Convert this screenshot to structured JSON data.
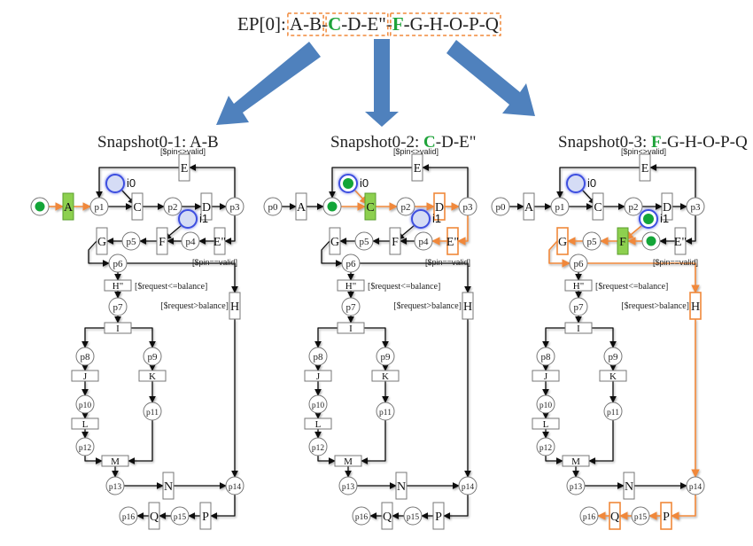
{
  "header": {
    "prefix": "EP[0]: ",
    "segments": [
      {
        "parts": [
          {
            "text": "A-B",
            "color": "#222222"
          }
        ]
      },
      {
        "parts": [
          {
            "text": "C",
            "color": "#1fa33a"
          },
          {
            "text": "-D-E\"",
            "color": "#222222"
          }
        ]
      },
      {
        "parts": [
          {
            "text": "F",
            "color": "#1fa33a"
          },
          {
            "text": "-G-H-O-P-Q",
            "color": "#222222"
          }
        ]
      }
    ],
    "separator": "-"
  },
  "colors": {
    "arrow_blue": "#4f81bd",
    "highlight_orange": "#f0883a",
    "fired_green": "#8dd04f",
    "token_green": "#13a538",
    "resource_fill": "#d5dcf5",
    "resource_stroke": "#3e4fe0",
    "text_green": "#1fa33a"
  },
  "snapshots": [
    {
      "id": "snapshot0-1",
      "title_prefix": "Snapshot0-1: ",
      "title_parts": [
        {
          "text": "A-B",
          "color": "#222222"
        }
      ],
      "start_place_token": true,
      "p1_token": false,
      "i0_token": false,
      "i1_token": false,
      "p4_token": false,
      "fired": [
        "A"
      ],
      "orange_nodes": [],
      "orange_arcs": [
        "p0-A",
        "A-p1"
      ]
    },
    {
      "id": "snapshot0-2",
      "title_prefix": "Snapshot0-2: ",
      "title_parts": [
        {
          "text": "C",
          "color": "#1fa33a"
        },
        {
          "text": "-D-E\"",
          "color": "#222222"
        }
      ],
      "start_place_token": false,
      "p1_token": true,
      "i0_token": true,
      "i1_token": false,
      "p4_token": false,
      "fired": [
        "C"
      ],
      "orange_nodes": [
        "D",
        "E2"
      ],
      "orange_arcs": [
        "p1-C",
        "i0-C",
        "C-p2",
        "p2-D",
        "D-p3",
        "p3-E2",
        "E2-p4"
      ]
    },
    {
      "id": "snapshot0-3",
      "title_prefix": "Snapshot0-3: ",
      "title_parts": [
        {
          "text": "F",
          "color": "#1fa33a"
        },
        {
          "text": "-G-H-O-P-Q",
          "color": "#222222"
        }
      ],
      "start_place_token": false,
      "p1_token": false,
      "i0_token": false,
      "i1_token": true,
      "p4_token": true,
      "fired": [
        "F"
      ],
      "orange_nodes": [
        "G",
        "H",
        "P",
        "Q"
      ],
      "orange_arcs": [
        "p4-F",
        "i1-F",
        "F-p5",
        "p5-G",
        "G-p6",
        "p6-H",
        "H-p14",
        "p14-P",
        "P-p15",
        "p15-Q",
        "Q-p16"
      ]
    }
  ],
  "net": {
    "places": [
      {
        "id": "p0",
        "label": "p0"
      },
      {
        "id": "p1",
        "label": "p1"
      },
      {
        "id": "p2",
        "label": "p2"
      },
      {
        "id": "p3",
        "label": "p3"
      },
      {
        "id": "p4",
        "label": "p4"
      },
      {
        "id": "p5",
        "label": "p5"
      },
      {
        "id": "p6",
        "label": "p6"
      },
      {
        "id": "p7",
        "label": "p7"
      },
      {
        "id": "p8",
        "label": "p8"
      },
      {
        "id": "p9",
        "label": "p9"
      },
      {
        "id": "p10",
        "label": "p10"
      },
      {
        "id": "p11",
        "label": "p11"
      },
      {
        "id": "p12",
        "label": "p12"
      },
      {
        "id": "p13",
        "label": "p13"
      },
      {
        "id": "p14",
        "label": "p14"
      },
      {
        "id": "p15",
        "label": "p15"
      },
      {
        "id": "p16",
        "label": "p16"
      }
    ],
    "resources": [
      {
        "id": "i0",
        "label": "i0"
      },
      {
        "id": "i1",
        "label": "i1"
      }
    ],
    "transitions": [
      {
        "id": "A",
        "label": "A"
      },
      {
        "id": "C",
        "label": "C"
      },
      {
        "id": "D",
        "label": "D"
      },
      {
        "id": "E",
        "label": "E"
      },
      {
        "id": "E2",
        "label": "E\""
      },
      {
        "id": "F",
        "label": "F"
      },
      {
        "id": "G",
        "label": "G"
      },
      {
        "id": "H2",
        "label": "H\""
      },
      {
        "id": "H",
        "label": "H"
      },
      {
        "id": "I",
        "label": "I"
      },
      {
        "id": "J",
        "label": "J"
      },
      {
        "id": "K",
        "label": "K"
      },
      {
        "id": "L",
        "label": "L"
      },
      {
        "id": "M",
        "label": "M"
      },
      {
        "id": "N",
        "label": "N"
      },
      {
        "id": "P",
        "label": "P"
      },
      {
        "id": "Q",
        "label": "Q"
      }
    ],
    "guards": {
      "E": "[$pin<>valid]",
      "E2": "[$pin==valid]",
      "H2": "[$request<=balance]",
      "H": "[$request>balance]"
    }
  }
}
